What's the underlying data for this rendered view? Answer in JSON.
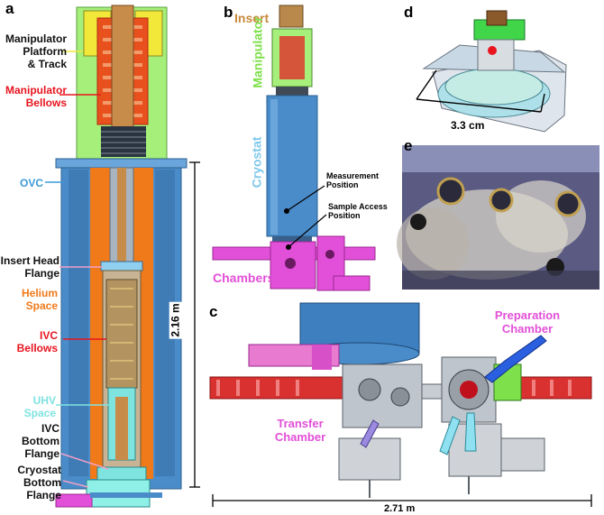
{
  "panels": {
    "a": "a",
    "b": "b",
    "c": "c",
    "d": "d",
    "e": "e"
  },
  "panel_a": {
    "labels": [
      {
        "text": "Manipulator\nPlatform\n& Track",
        "color": "#111111"
      },
      {
        "text": "Manipulator\nBellows",
        "color": "#e8141e"
      },
      {
        "text": "OVC",
        "color": "#3a9ad9"
      },
      {
        "text": "Insert Head\nFlange",
        "color": "#111111"
      },
      {
        "text": "Helium\nSpace",
        "color": "#f07a1a"
      },
      {
        "text": "IVC\nBellows",
        "color": "#e8141e"
      },
      {
        "text": "UHV\nSpace",
        "color": "#7fe3e0"
      },
      {
        "text": "IVC\nBottom\nFlange",
        "color": "#111111"
      },
      {
        "text": "Cryostat\nBottom\nFlange",
        "color": "#111111"
      }
    ],
    "dimension": "2.16 m"
  },
  "panel_b": {
    "insert": "Insert",
    "manipulator": "Manipulator",
    "cryostat": "Cryostat",
    "measurement": "Measurement\nPosition",
    "sample_access": "Sample Access\nPosition",
    "chambers": "Chambers"
  },
  "panel_c": {
    "preparation": "Preparation\nChamber",
    "transfer": "Transfer\nChamber",
    "dimension": "2.71 m"
  },
  "panel_d": {
    "dimension": "3.3 cm"
  },
  "colors": {
    "manip_green": "#a6ef7a",
    "bellows_red": "#e8141e",
    "ovc_blue": "#4a8cc9",
    "helium_orange": "#f07a1a",
    "magenta": "#e24fd8",
    "chamber_gray": "#b9bfc6",
    "blue_tool": "#2a5fe0"
  }
}
